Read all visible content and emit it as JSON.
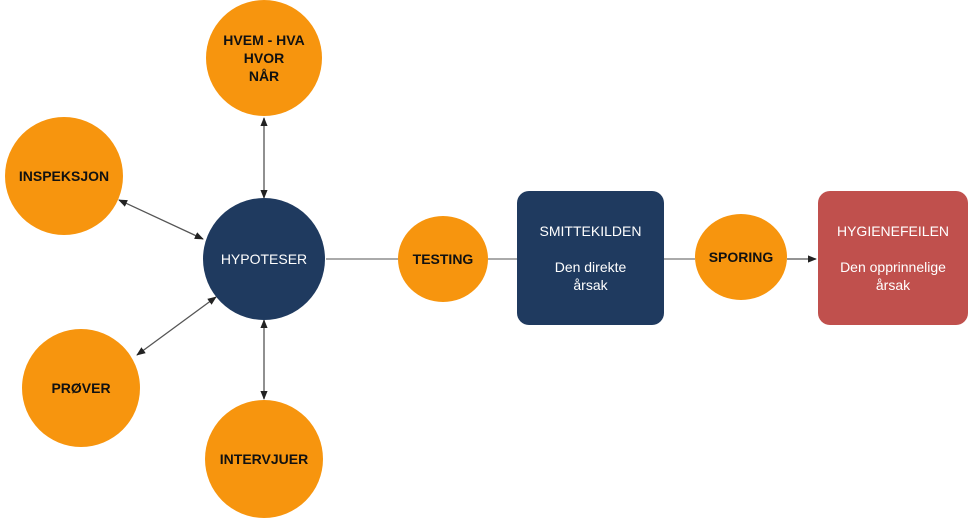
{
  "colors": {
    "orange": "#F7950E",
    "navy": "#1F3A5F",
    "red": "#C0504D",
    "edge": "#555555"
  },
  "nodes": {
    "who_what": {
      "lines": [
        "HVEM - HVA",
        "HVOR",
        "NÅR"
      ]
    },
    "inspection": {
      "label": "INSPEKSJON"
    },
    "hypotheses": {
      "label": "HYPOTESER"
    },
    "samples": {
      "label": "PRØVER"
    },
    "interviews": {
      "label": "INTERVJUER"
    },
    "testing": {
      "label": "TESTING"
    },
    "source": {
      "title": "SMITTEKILDEN",
      "subtitle": "Den direkte årsak"
    },
    "tracing": {
      "label": "SPORING"
    },
    "hygiene_failure": {
      "title": "HYGIENEFEILEN",
      "subtitle": "Den opprinnelige årsak"
    }
  },
  "edges": [
    {
      "from": "hypotheses",
      "to": "who_what",
      "type": "bidirectional"
    },
    {
      "from": "hypotheses",
      "to": "inspection",
      "type": "bidirectional"
    },
    {
      "from": "hypotheses",
      "to": "samples",
      "type": "bidirectional"
    },
    {
      "from": "hypotheses",
      "to": "interviews",
      "type": "bidirectional"
    },
    {
      "from": "hypotheses",
      "to": "testing",
      "type": "line"
    },
    {
      "from": "testing",
      "to": "source",
      "type": "line"
    },
    {
      "from": "source",
      "to": "tracing",
      "type": "line"
    },
    {
      "from": "tracing",
      "to": "hygiene_failure",
      "type": "arrow"
    }
  ]
}
